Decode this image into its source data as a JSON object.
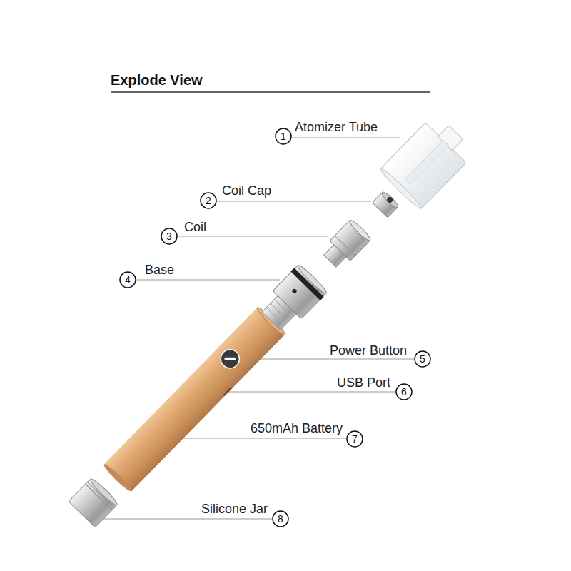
{
  "diagram": {
    "title": "Explode View",
    "labels": [
      "Atomizer Tube",
      "1",
      "Coil Cap",
      "2",
      "Coil",
      "3",
      "Base",
      "4",
      "Power Button",
      "5",
      "USB Port",
      "6",
      "650mAh Battery",
      "7",
      "Silicone Jar",
      "8"
    ]
  }
}
